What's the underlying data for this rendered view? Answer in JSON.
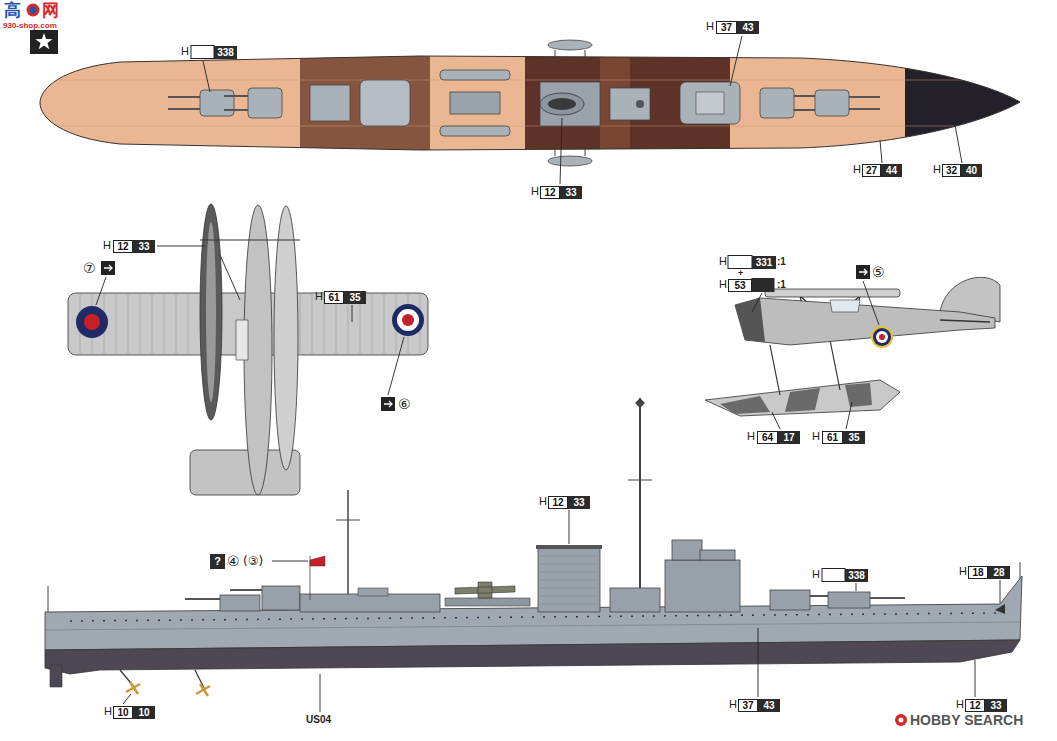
{
  "diagram": {
    "nodes": [
      {
        "text": [
          "37"
        ]
      },
      {
        "text": [
          "43"
        ]
      },
      {
        "text": [
          "338"
        ]
      },
      {
        "text": [
          "27"
        ]
      },
      {
        "text": [
          "44"
        ]
      },
      {
        "text": [
          "32"
        ]
      },
      {
        "text": [
          "40"
        ]
      },
      {
        "text": [
          "12"
        ]
      },
      {
        "text": [
          "33"
        ]
      },
      {
        "text": [
          "12"
        ]
      },
      {
        "text": [
          "33"
        ]
      },
      {
        "text": [
          "331"
        ]
      },
      {
        "text": [
          "53"
        ]
      },
      {
        "text": [
          "61"
        ]
      },
      {
        "text": [
          "35"
        ]
      },
      {
        "text": [
          "64"
        ]
      },
      {
        "text": [
          "17"
        ]
      },
      {
        "text": [
          "61"
        ]
      },
      {
        "text": [
          "35"
        ]
      },
      {
        "text": [
          "12"
        ]
      },
      {
        "text": [
          "33"
        ]
      },
      {
        "text": [
          "?"
        ]
      },
      {
        "text": [
          "18"
        ]
      },
      {
        "text": [
          "28"
        ]
      },
      {
        "text": [
          "338"
        ]
      },
      {
        "text": [
          "37"
        ]
      },
      {
        "text": [
          "43"
        ]
      },
      {
        "text": [
          "12"
        ]
      },
      {
        "text": [
          "33"
        ]
      },
      {
        "text": [
          "10"
        ]
      },
      {
        "text": [
          "10"
        ]
      }
    ],
    "labels": [
      "高",
      "网",
      "930-shop.com",
      "H",
      "H",
      "H",
      "H",
      "H",
      "H",
      "H",
      ":1",
      "⑦",
      "⑤",
      "+",
      "H",
      ":1",
      "H",
      "⑥",
      "H",
      "H",
      "H",
      "④",
      "(③)",
      "H",
      "H",
      "H",
      "H",
      "H",
      "US04",
      "HOBBY SEARCH"
    ]
  }
}
